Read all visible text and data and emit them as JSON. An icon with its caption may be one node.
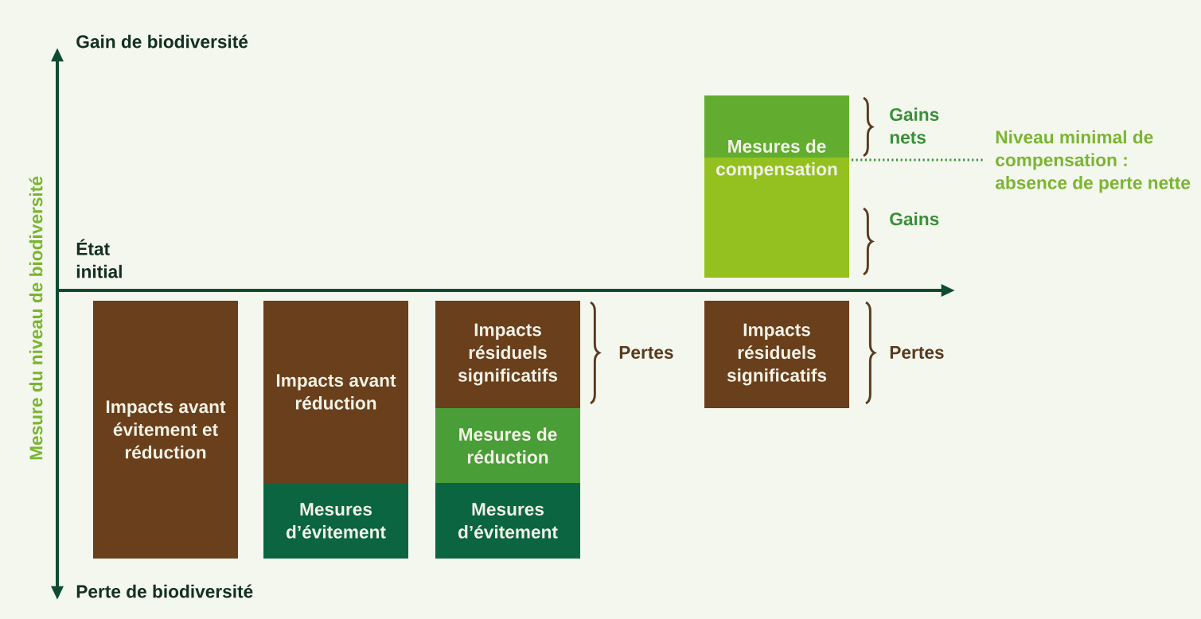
{
  "diagram": {
    "nodes": [
      {
        "text": [
          "Impacts avant évitement et réduction"
        ]
      },
      {
        "text": [
          "Impacts avant réduction"
        ]
      },
      {
        "text": [
          "Mesures d’évitement"
        ]
      },
      {
        "text": [
          "Impacts résiduels significatifs"
        ]
      },
      {
        "text": [
          "Mesures de réduction"
        ]
      },
      {
        "text": [
          "Mesures d’évitement"
        ]
      },
      {
        "text": [
          "Mesures de compensation"
        ]
      },
      {
        "text": [
          "Impacts résiduels significatifs"
        ]
      }
    ],
    "labels": [
      "Gain de biodiversité",
      "Mesure du niveau de biodiversité",
      "Gains nets",
      "Niveau minimal de compensation : absence de perte nette",
      "État initial",
      "Gains",
      "Pertes",
      "Pertes",
      "Perte de biodiversité"
    ]
  }
}
